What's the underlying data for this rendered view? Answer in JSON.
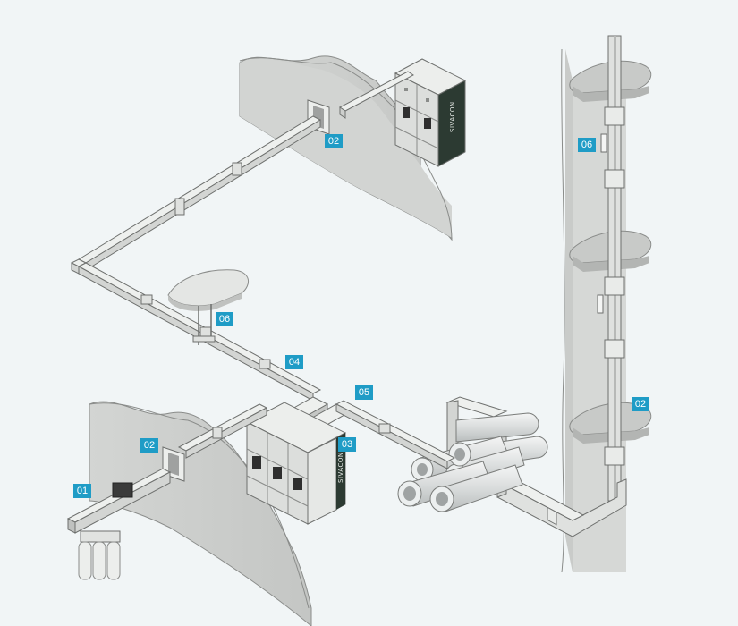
{
  "accent_color": "#1f9cc6",
  "brand_text": "SIVACON",
  "callouts": [
    {
      "label": "01"
    },
    {
      "label": "02"
    },
    {
      "label": "02"
    },
    {
      "label": "02"
    },
    {
      "label": "03"
    },
    {
      "label": "04"
    },
    {
      "label": "05"
    },
    {
      "label": "06"
    },
    {
      "label": "06"
    }
  ]
}
